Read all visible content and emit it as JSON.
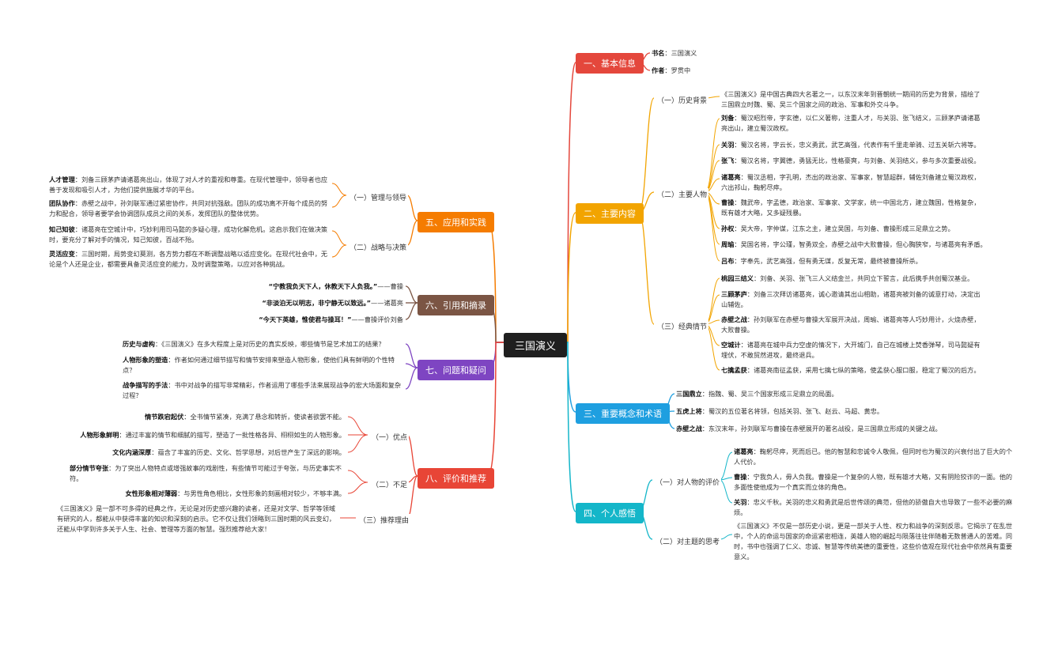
{
  "center": "三国演义",
  "branches": {
    "b1": {
      "label": "一、基本信息",
      "color": "#e4473c"
    },
    "b2": {
      "label": "二、主要内容",
      "color": "#f2a400"
    },
    "b3": {
      "label": "三、重要概念和术语",
      "color": "#1e9fe0"
    },
    "b4": {
      "label": "四、个人感悟",
      "color": "#14b6c9"
    },
    "b5": {
      "label": "五、应用和实践",
      "color": "#f57c00"
    },
    "b6": {
      "label": "六、引用和摘录",
      "color": "#7b5544"
    },
    "b7": {
      "label": "七、问题和疑问",
      "color": "#7e45c2"
    },
    "b8": {
      "label": "八、评价和推荐",
      "color": "#e84536"
    }
  },
  "basic": [
    {
      "k": "书名",
      "v": "：三国演义"
    },
    {
      "k": "作者",
      "v": "：罗贯中"
    }
  ],
  "content": {
    "history_label": "（一）历史背景",
    "history_text": "《三国演义》是中国古典四大名著之一，以东汉末年到晋朝统一期间的历史为背景，描绘了三国鼎立时魏、蜀、吴三个国家之间的政治、军事和外交斗争。",
    "people_label": "（二）主要人物",
    "people": [
      {
        "k": "刘备",
        "v": "：蜀汉昭烈帝，字玄德，以仁义著称，注重人才，与关羽、张飞结义，三顾茅庐请诸葛亮出山，建立蜀汉政权。"
      },
      {
        "k": "关羽",
        "v": "：蜀汉名将，字云长，忠义勇武，武艺高强，代表作有千里走单骑、过五关斩六将等。"
      },
      {
        "k": "张飞",
        "v": "：蜀汉名将，字翼德，勇猛无比，性格豪爽，与刘备、关羽结义，参与多次重要战役。"
      },
      {
        "k": "诸葛亮",
        "v": "：蜀汉丞相，字孔明，杰出的政治家、军事家，智慧超群，辅佐刘备建立蜀汉政权，六出祁山，鞠躬尽瘁。"
      },
      {
        "k": "曹操",
        "v": "：魏武帝，字孟德，政治家、军事家、文学家，统一中国北方，建立魏国，性格复杂，既有雄才大略，又多疑残暴。"
      },
      {
        "k": "孙权",
        "v": "：吴大帝，字仲谋，江东之主，建立吴国，与刘备、曹操形成三足鼎立之势。"
      },
      {
        "k": "周瑜",
        "v": "：吴国名将，字公瑾，智勇双全，赤壁之战中大败曹操，但心胸狭窄，与诸葛亮有矛盾。"
      },
      {
        "k": "吕布",
        "v": "：字奉先，武艺高强，但有勇无谋，反复无常，最终被曹操所杀。"
      }
    ],
    "plots_label": "（三）经典情节",
    "plots": [
      {
        "k": "桃园三结义",
        "v": "：刘备、关羽、张飞三人义结金兰，共同立下誓言，此后携手共创蜀汉基业。"
      },
      {
        "k": "三顾茅庐",
        "v": "：刘备三次拜访诸葛亮，诚心邀请其出山相助，诸葛亮被刘备的诚意打动，决定出山辅佐。"
      },
      {
        "k": "赤壁之战",
        "v": "：孙刘联军在赤壁与曹操大军展开决战，周瑜、诸葛亮等人巧妙用计，火烧赤壁，大败曹操。"
      },
      {
        "k": "空城计",
        "v": "：诸葛亮在城中兵力空虚的情况下，大开城门，自己在城楼上焚香弹琴，司马懿疑有埋伏，不敢贸然进攻，最终退兵。"
      },
      {
        "k": "七擒孟获",
        "v": "：诸葛亮南征孟获，采用七擒七纵的策略，使孟获心服口服，稳定了蜀汉的后方。"
      }
    ]
  },
  "terms": [
    {
      "k": "三国鼎立",
      "v": "：指魏、蜀、吴三个国家形成三足鼎立的局面。"
    },
    {
      "k": "五虎上将",
      "v": "：蜀汉的五位著名将领，包括关羽、张飞、赵云、马超、黄忠。"
    },
    {
      "k": "赤壁之战",
      "v": "：东汉末年，孙刘联军与曹操在赤壁展开的著名战役，是三国鼎立形成的关键之战。"
    }
  ],
  "feelings": {
    "chars_label": "（一）对人物的评价",
    "chars": [
      {
        "k": "诸葛亮",
        "v": "：鞠躬尽瘁，死而后已。他的智慧和忠诚令人敬佩，但同时也为蜀汉的兴衰付出了巨大的个人代价。"
      },
      {
        "k": "曹操",
        "v": "：宁我负人，毋人负我。曹操是一个复杂的人物，既有雄才大略，又有阴险狡诈的一面。他的多面性使他成为一个真实而立体的角色。"
      },
      {
        "k": "关羽",
        "v": "：忠义千秋。关羽的忠义和勇武是后世传颂的典范，但他的骄傲自大也导致了一些不必要的麻烦。"
      }
    ],
    "theme_label": "（二）对主题的思考",
    "theme_text": "《三国演义》不仅是一部历史小说，更是一部关于人性、权力和战争的深刻反思。它揭示了在乱世中，个人的命运与国家的命运紧密相连，英雄人物的崛起与陨落往往伴随着无数普通人的苦难。同时，书中也强调了仁义、忠诚、智慧等传统美德的重要性，这些价值观在现代社会中依然具有重要意义。"
  },
  "apply": {
    "mgmt_label": "（一）管理与领导",
    "mgmt": [
      {
        "k": "人才管理",
        "v": "：刘备三顾茅庐请诸葛亮出山，体现了对人才的重视和尊重。在现代管理中，领导者也应善于发现和吸引人才，为他们提供施展才华的平台。"
      },
      {
        "k": "团队协作",
        "v": "：赤壁之战中，孙刘联军通过紧密协作，共同对抗强敌。团队的成功离不开每个成员的努力和配合，领导者要学会协调团队成员之间的关系，发挥团队的整体优势。"
      }
    ],
    "strat_label": "（二）战略与决策",
    "strat": [
      {
        "k": "知己知彼",
        "v": "：诸葛亮在空城计中，巧妙利用司马懿的多疑心理，成功化解危机。这启示我们在做决策时，要充分了解对手的情况，知己知彼，百战不殆。"
      },
      {
        "k": "灵活应变",
        "v": "：三国时期，局势变幻莫测，各方势力都在不断调整战略以适应变化。在现代社会中，无论是个人还是企业，都需要具备灵活应变的能力，及时调整策略，以应对各种挑战。"
      }
    ]
  },
  "quotes": [
    {
      "q": "“宁教我负天下人，休教天下人负我。”",
      "a": "——曹操"
    },
    {
      "q": "“非淡泊无以明志，非宁静无以致远。”",
      "a": "——诸葛亮"
    },
    {
      "q": "“今天下英雄，惟使君与操耳！”",
      "a": "——曹操评价刘备"
    }
  ],
  "questions": [
    {
      "k": "历史与虚构",
      "v": "：《三国演义》在多大程度上是对历史的真实反映，哪些情节是艺术加工的结果？"
    },
    {
      "k": "人物形象的塑造",
      "v": "：作者如何通过细节描写和情节安排来塑造人物形象，使他们具有鲜明的个性特点？"
    },
    {
      "k": "战争描写的手法",
      "v": "：书中对战争的描写非常精彩，作者运用了哪些手法来展现战争的宏大场面和复杂过程？"
    }
  ],
  "review": {
    "pros_label": "（一）优点",
    "pros": [
      {
        "k": "情节跌宕起伏",
        "v": "：全书情节紧凑，充满了悬念和转折，使读者欲罢不能。"
      },
      {
        "k": "人物形象鲜明",
        "v": "：通过丰富的情节和细腻的描写，塑造了一批性格各异、栩栩如生的人物形象。"
      },
      {
        "k": "文化内涵深厚",
        "v": "：蕴含了丰富的历史、文化、哲学思想，对后世产生了深远的影响。"
      }
    ],
    "cons_label": "（二）不足",
    "cons": [
      {
        "k": "部分情节夸张",
        "v": "：为了突出人物特点或增强故事的戏剧性，有些情节可能过于夸张，与历史事实不符。"
      },
      {
        "k": "女性形象相对薄弱",
        "v": "：与男性角色相比，女性形象的刻画相对较少，不够丰满。"
      }
    ],
    "rec_label": "（三）推荐理由",
    "rec_text": "《三国演义》是一部不可多得的经典之作，无论是对历史感兴趣的读者，还是对文学、哲学等领域有研究的人，都能从中获得丰富的知识和深刻的启示。它不仅让我们领略到三国时期的风云变幻，还能从中学到许多关于人生、社会、管理等方面的智慧。强烈推荐给大家！"
  }
}
